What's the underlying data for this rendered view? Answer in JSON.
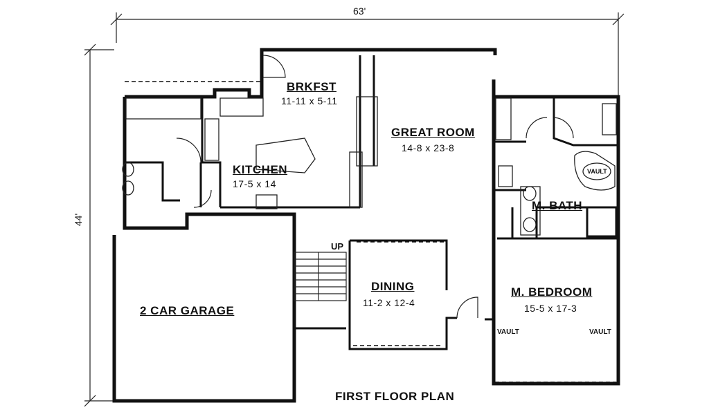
{
  "dimensions": {
    "width": "63'",
    "depth": "44'"
  },
  "rooms": {
    "brkfst": {
      "name": "BRKFST",
      "size": "11-11 x 5-11"
    },
    "great": {
      "name": "GREAT ROOM",
      "size": "14-8 x 23-8"
    },
    "kitchen": {
      "name": "KITCHEN",
      "size": "17-5 x 14"
    },
    "mbath": {
      "name": "M. BATH"
    },
    "dining": {
      "name": "DINING",
      "size": "11-2 x 12-4"
    },
    "garage": {
      "name": "2 CAR GARAGE"
    },
    "mbedroom": {
      "name": "M. BEDROOM",
      "size": "15-5 x 17-3"
    }
  },
  "notes": {
    "up": "UP",
    "vault": "VAULT"
  },
  "plan_title": "FIRST FLOOR PLAN"
}
